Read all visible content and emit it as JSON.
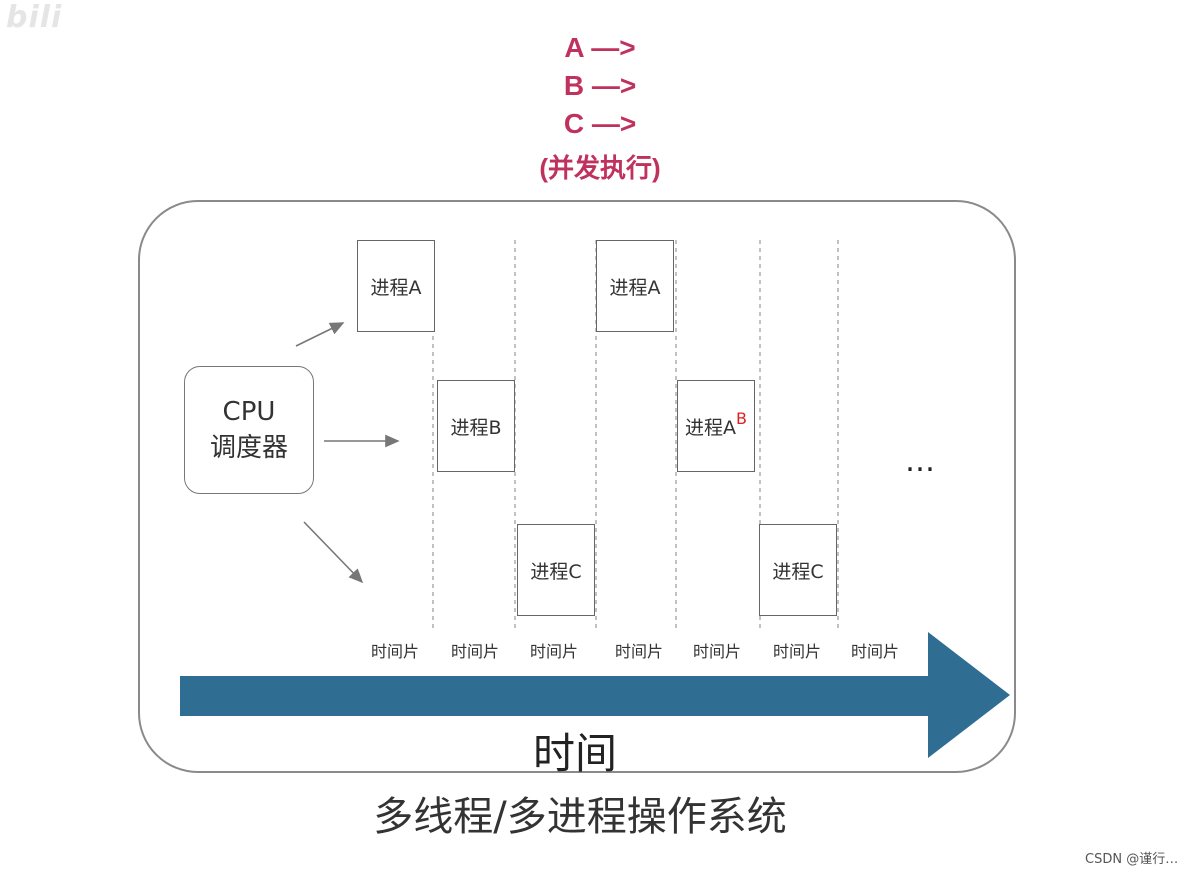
{
  "watermark": "bili",
  "legend": {
    "lines": [
      "A —>",
      "B —>",
      "C —>"
    ],
    "note": "(并发执行)"
  },
  "scheduler": {
    "line1": "CPU",
    "line2": "调度器"
  },
  "processes": [
    {
      "label": "进程A",
      "sup": ""
    },
    {
      "label": "进程B",
      "sup": ""
    },
    {
      "label": "进程C",
      "sup": ""
    },
    {
      "label": "进程A",
      "sup": ""
    },
    {
      "label": "进程A",
      "sup": "B"
    },
    {
      "label": "进程C",
      "sup": ""
    }
  ],
  "time_slices": [
    "时间片",
    "时间片",
    "时间片",
    "时间片",
    "时间片",
    "时间片",
    "时间片"
  ],
  "ellipsis": "…",
  "axis_label": "时间",
  "caption": "多线程/多进程操作系统",
  "credit": "CSDN @谨行…",
  "colors": {
    "legend": "#c0325e",
    "arrow": "#2f6d93",
    "annotation": "#e02020"
  }
}
